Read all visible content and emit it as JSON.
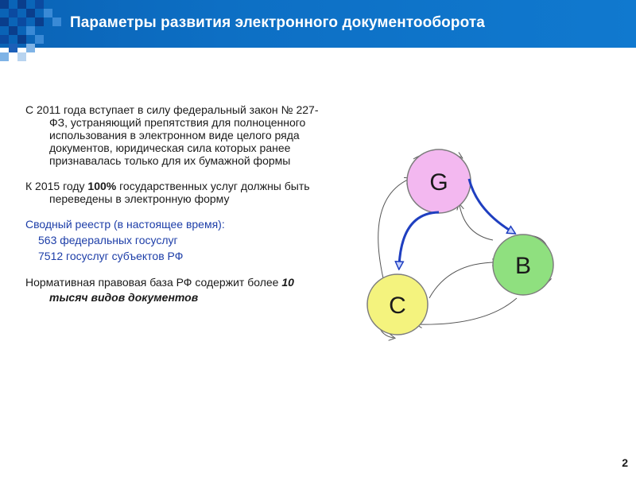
{
  "slide": {
    "title": "Параметры развития электронного документооборота",
    "page_number": "2"
  },
  "content": {
    "p1": "С 2011 года вступает в силу федеральный закон № 227-ФЗ, устраняющий препятствия для полноценного использования в электронном виде целого ряда документов, юридическая сила которых ранее признавалась только для их бумажной формы",
    "p2_before": "К 2015 году ",
    "p2_bold": "100%",
    "p2_after": "  государственных услуг должны быть переведены в электронную форму",
    "registry_heading": "Сводный реестр (в настоящее время):",
    "registry_line1": "563 федеральных госуслуг",
    "registry_line2": "7512 госуслуг субъектов РФ",
    "p4_before": "Нормативная правовая база РФ содержит более ",
    "p4_bolditalic": "10 тысяч видов документов"
  },
  "diagram": {
    "nodes": [
      {
        "label": "G",
        "color": "#f3b8f0"
      },
      {
        "label": "B",
        "color": "#8fe07f"
      },
      {
        "label": "C",
        "color": "#f4f37e"
      }
    ],
    "arrow_color": "#1f3fc0",
    "thin_arrow_color": "#555555"
  },
  "colors": {
    "header_bg": "#0d6fc4",
    "mosaic": "#0a3e8c",
    "text_blue": "#1d3ea8"
  }
}
